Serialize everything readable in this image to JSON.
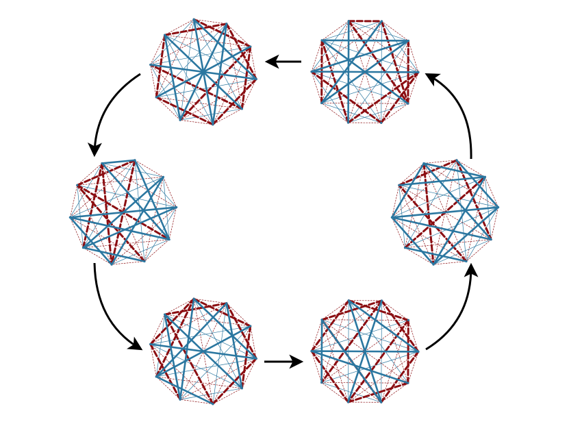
{
  "diagram": {
    "node_count": 10,
    "colors": {
      "solid_edge": "#2b77a0",
      "dashed_edge": "#8b0e12",
      "arrow": "#000000",
      "background": "#ffffff"
    },
    "graphs": [
      {
        "id": "top-left",
        "solid_heavy": [
          [
            0,
            5
          ],
          [
            1,
            6
          ],
          [
            2,
            7
          ],
          [
            3,
            8
          ],
          [
            4,
            9
          ],
          [
            0,
            3
          ],
          [
            6,
            9
          ],
          [
            1,
            5
          ]
        ],
        "dashed_heavy": [
          [
            0,
            2
          ],
          [
            1,
            3
          ],
          [
            2,
            4
          ],
          [
            3,
            5
          ],
          [
            5,
            7
          ],
          [
            7,
            9
          ],
          [
            9,
            1
          ],
          [
            2,
            6
          ],
          [
            4,
            8
          ]
        ]
      },
      {
        "id": "top-right",
        "solid_heavy": [
          [
            9,
            2
          ],
          [
            9,
            4
          ],
          [
            1,
            7
          ],
          [
            2,
            7
          ],
          [
            8,
            2
          ],
          [
            0,
            6
          ],
          [
            3,
            8
          ]
        ],
        "dashed_heavy": [
          [
            0,
            1
          ],
          [
            1,
            4
          ],
          [
            2,
            4
          ],
          [
            3,
            5
          ],
          [
            5,
            8
          ],
          [
            6,
            9
          ],
          [
            0,
            4
          ],
          [
            6,
            3
          ],
          [
            7,
            9
          ]
        ]
      },
      {
        "id": "middle-left",
        "solid_heavy": [
          [
            0,
            1
          ],
          [
            0,
            4
          ],
          [
            1,
            4
          ],
          [
            2,
            6
          ],
          [
            2,
            7
          ],
          [
            3,
            7
          ],
          [
            3,
            8
          ],
          [
            4,
            8
          ],
          [
            6,
            8
          ],
          [
            5,
            7
          ]
        ],
        "dashed_heavy": [
          [
            0,
            6
          ],
          [
            1,
            6
          ],
          [
            5,
            9
          ],
          [
            9,
            1
          ],
          [
            7,
            0
          ],
          [
            9,
            4
          ]
        ]
      },
      {
        "id": "middle-right",
        "solid_heavy": [
          [
            0,
            2
          ],
          [
            0,
            4
          ],
          [
            1,
            3
          ],
          [
            2,
            6
          ],
          [
            3,
            6
          ],
          [
            3,
            8
          ],
          [
            4,
            8
          ],
          [
            5,
            7
          ],
          [
            6,
            8
          ],
          [
            8,
            0
          ],
          [
            2,
            9
          ]
        ],
        "dashed_heavy": [
          [
            0,
            6
          ],
          [
            1,
            4
          ],
          [
            5,
            9
          ],
          [
            9,
            1
          ],
          [
            7,
            2
          ]
        ]
      },
      {
        "id": "bottom-left",
        "solid_heavy": [
          [
            0,
            3
          ],
          [
            0,
            6
          ],
          [
            1,
            4
          ],
          [
            2,
            7
          ],
          [
            3,
            8
          ],
          [
            4,
            9
          ],
          [
            5,
            7
          ],
          [
            6,
            9
          ],
          [
            1,
            7
          ]
        ],
        "dashed_heavy": [
          [
            0,
            2
          ],
          [
            1,
            3
          ],
          [
            2,
            4
          ],
          [
            3,
            5
          ],
          [
            5,
            9
          ],
          [
            6,
            8
          ],
          [
            8,
            0
          ],
          [
            9,
            1
          ],
          [
            7,
            0
          ]
        ]
      },
      {
        "id": "bottom-right",
        "solid_heavy": [
          [
            0,
            5
          ],
          [
            1,
            6
          ],
          [
            3,
            8
          ],
          [
            4,
            8
          ],
          [
            0,
            3
          ],
          [
            7,
            9
          ],
          [
            9,
            5
          ]
        ],
        "dashed_heavy": [
          [
            0,
            2
          ],
          [
            1,
            3
          ],
          [
            2,
            4
          ],
          [
            2,
            6
          ],
          [
            3,
            5
          ],
          [
            4,
            6
          ],
          [
            6,
            8
          ],
          [
            8,
            0
          ],
          [
            1,
            7
          ],
          [
            9,
            1
          ],
          [
            5,
            9
          ]
        ]
      }
    ],
    "arrows": [
      {
        "id": "arrow-top-right-to-top-left",
        "direction": "left"
      },
      {
        "id": "arrow-top-left-to-middle-left",
        "direction": "down-curved"
      },
      {
        "id": "arrow-middle-left-to-bottom-left",
        "direction": "down-curved"
      },
      {
        "id": "arrow-bottom-left-to-bottom-right",
        "direction": "right"
      },
      {
        "id": "arrow-bottom-right-to-middle-right",
        "direction": "up-curved"
      },
      {
        "id": "arrow-middle-right-to-top-right",
        "direction": "up-curved"
      }
    ]
  }
}
